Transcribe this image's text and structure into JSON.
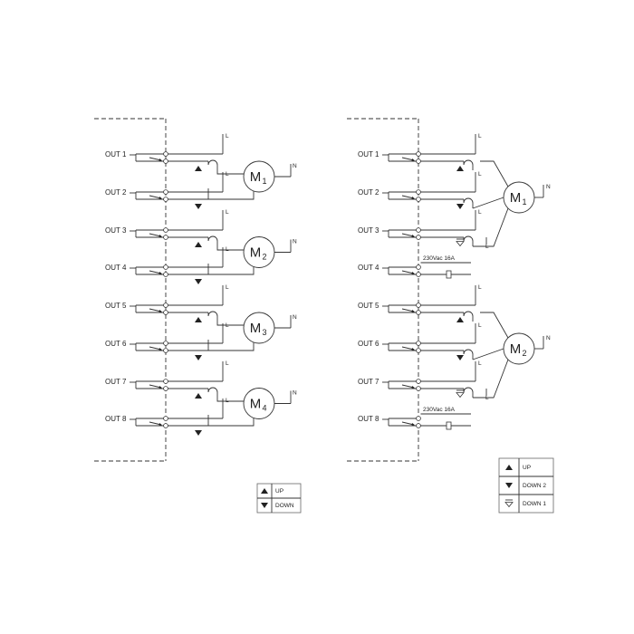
{
  "left_panel": {
    "outputs": [
      "OUT 1",
      "OUT 2",
      "OUT 3",
      "OUT 4",
      "OUT 5",
      "OUT 6",
      "OUT 7",
      "OUT 8"
    ],
    "supply_label": "L",
    "neutral_label": "N",
    "motors": [
      {
        "letter": "M",
        "index": "1"
      },
      {
        "letter": "M",
        "index": "2"
      },
      {
        "letter": "M",
        "index": "3"
      },
      {
        "letter": "M",
        "index": "4"
      }
    ],
    "legend": {
      "up": "UP",
      "down": "DOWN"
    }
  },
  "right_panel": {
    "outputs": [
      "OUT 1",
      "OUT 2",
      "OUT 3",
      "OUT 4",
      "OUT 5",
      "OUT 6",
      "OUT 7",
      "OUT 8"
    ],
    "supply_label": "L",
    "neutral_label": "N",
    "motors": [
      {
        "letter": "M",
        "index": "1"
      },
      {
        "letter": "M",
        "index": "2"
      }
    ],
    "rating": "230Vac 16A",
    "legend": {
      "up": "UP",
      "down2": "DOWN 2",
      "down1": "DOWN 1"
    }
  }
}
